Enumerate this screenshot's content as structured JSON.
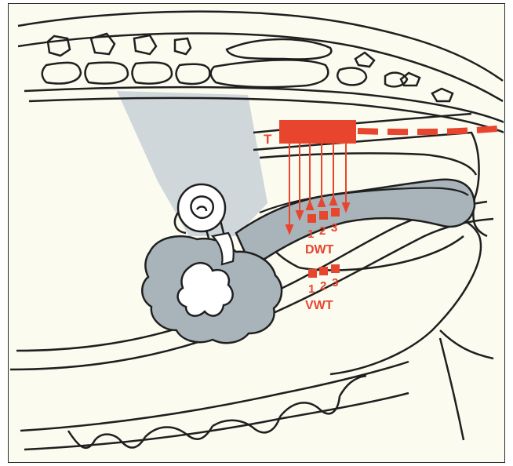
{
  "labels": {
    "transducer": "T",
    "dorsal_numbers": [
      "1",
      "2",
      "3"
    ],
    "dorsal_wall": "DWT",
    "ventral_numbers": [
      "1",
      "2",
      "3"
    ],
    "ventral_wall": "VWT"
  },
  "colors": {
    "background": "#fbfbf0",
    "line": "#1f1f1f",
    "organ_fill": "#a9b4ba",
    "light_fill": "#cfd7db",
    "accent": "#e8452f"
  }
}
